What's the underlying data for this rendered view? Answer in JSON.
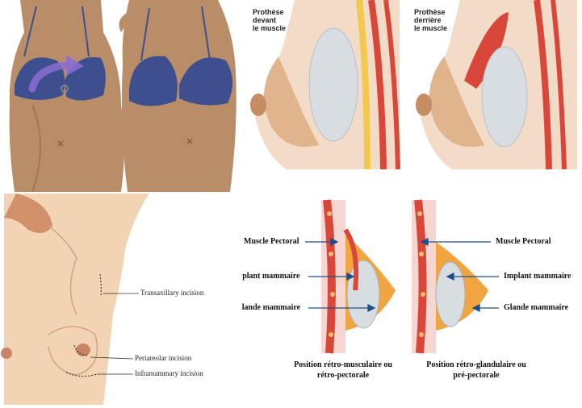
{
  "top_right": {
    "left_label": [
      "Prothèse",
      "devant",
      "le muscle"
    ],
    "right_label": [
      "Prothèse",
      "derrière",
      "le muscle"
    ]
  },
  "bottom_left": {
    "incisions": [
      "Transaxillary incision",
      "Periareolar incision",
      "Inframammary incision"
    ]
  },
  "bottom_right": {
    "left_labels": [
      "Muscle Pectoral",
      "Implant mammaire",
      "Glande mammaire"
    ],
    "right_labels": [
      "Muscle Pectoral",
      "Implant mammaire",
      "Glande mammaire"
    ],
    "left_caption": [
      "Position rétro-musculaire ou",
      "rétro-pectorale"
    ],
    "right_caption": [
      "Position rétro-glandulaire ou",
      "pré-pectorale"
    ]
  },
  "colors": {
    "skin": "#c9a27a",
    "bra": "#3d4f8e",
    "arrow": "#8a6fd0",
    "muscle": "#d9473a",
    "implant": "#d8dde2",
    "gland": "#f0a540",
    "tissue": "#f2dcc8"
  }
}
